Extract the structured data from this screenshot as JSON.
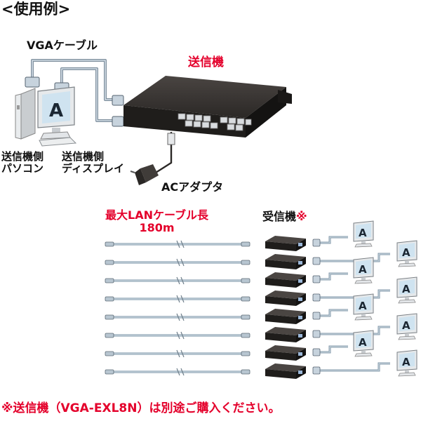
{
  "title": "<使用例>",
  "labels": {
    "vga_cable": "VGAケーブル",
    "transmitter": "送信機",
    "tx_pc_line1": "送信機側",
    "tx_pc_line2": "パソコン",
    "tx_display_line1": "送信機側",
    "tx_display_line2": "ディスプレイ",
    "ac_adapter": "ACアダプタ",
    "lan_max_line1": "最大LANケーブル長",
    "lan_max_line2": "180m",
    "receiver": "受信機",
    "receiver_mark": "※"
  },
  "screen_letter": "A",
  "note": "※送信機（VGA-EXL8N）は別途ご購入ください。",
  "colors": {
    "accent_red": "#e4002b",
    "device_dark": "#2a2725",
    "cable_blue": "#a9bccc",
    "screen_blue": "#cfe3f0"
  }
}
